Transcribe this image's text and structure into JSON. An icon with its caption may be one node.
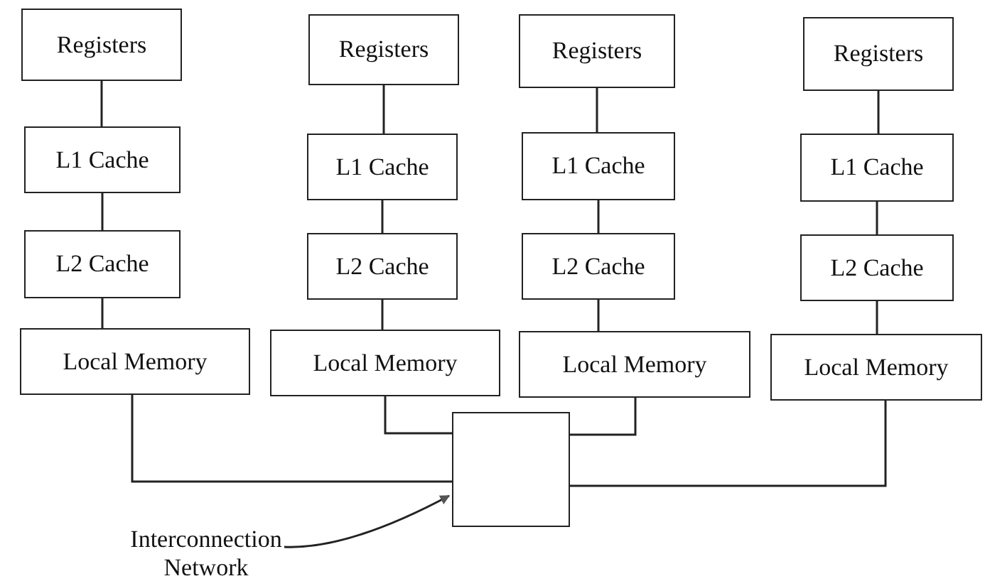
{
  "diagram": {
    "nodes": [
      {
        "text": [
          "Registers"
        ]
      },
      {
        "text": [
          "L1 Cache"
        ]
      },
      {
        "text": [
          "L2 Cache"
        ]
      },
      {
        "text": [
          "Local Memory"
        ]
      },
      {
        "text": [
          "Registers"
        ]
      },
      {
        "text": [
          "L1 Cache"
        ]
      },
      {
        "text": [
          "L2 Cache"
        ]
      },
      {
        "text": [
          "Local Memory"
        ]
      },
      {
        "text": [
          "Registers"
        ]
      },
      {
        "text": [
          "L1 Cache"
        ]
      },
      {
        "text": [
          "L2 Cache"
        ]
      },
      {
        "text": [
          "Local Memory"
        ]
      },
      {
        "text": [
          "Registers"
        ]
      },
      {
        "text": [
          "L1 Cache"
        ]
      },
      {
        "text": [
          "L2 Cache"
        ]
      },
      {
        "text": [
          "Local Memory"
        ]
      },
      {
        "text": [],
        "shape": "box"
      },
      {
        "text": [
          "Interconnection Network"
        ]
      }
    ],
    "edges": [
      {
        "from": 0,
        "to": 1,
        "arrow": "none"
      },
      {
        "from": 1,
        "to": 2,
        "arrow": "none"
      },
      {
        "from": 2,
        "to": 3,
        "arrow": "none"
      },
      {
        "from": 4,
        "to": 5,
        "arrow": "none"
      },
      {
        "from": 5,
        "to": 6,
        "arrow": "none"
      },
      {
        "from": 6,
        "to": 7,
        "arrow": "none"
      },
      {
        "from": 8,
        "to": 9,
        "arrow": "none"
      },
      {
        "from": 9,
        "to": 10,
        "arrow": "none"
      },
      {
        "from": 10,
        "to": 11,
        "arrow": "none"
      },
      {
        "from": 12,
        "to": 13,
        "arrow": "none"
      },
      {
        "from": 13,
        "to": 14,
        "arrow": "none"
      },
      {
        "from": 14,
        "to": 15,
        "arrow": "none"
      },
      {
        "from": 3,
        "to": 16,
        "arrow": "none"
      },
      {
        "from": 7,
        "to": 16,
        "arrow": "none"
      },
      {
        "from": 11,
        "to": 16,
        "arrow": "none"
      },
      {
        "from": 15,
        "to": 16,
        "arrow": "none"
      },
      {
        "from": 17,
        "to": 16,
        "arrow": "to"
      }
    ]
  }
}
